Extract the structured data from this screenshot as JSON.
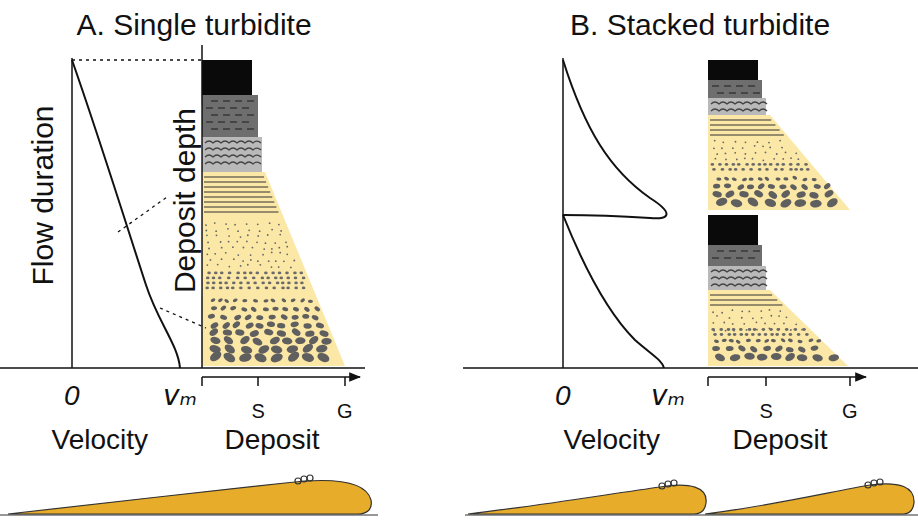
{
  "diagram": {
    "labels": [
      "A. Single turbidite",
      "Flow duration",
      "Deposit depth",
      "0",
      "vₘ",
      "Velocity",
      "S",
      "G",
      "Deposit",
      "B. Stacked turbidite",
      "0",
      "vₘ",
      "Velocity",
      "S",
      "G",
      "Deposit"
    ]
  }
}
